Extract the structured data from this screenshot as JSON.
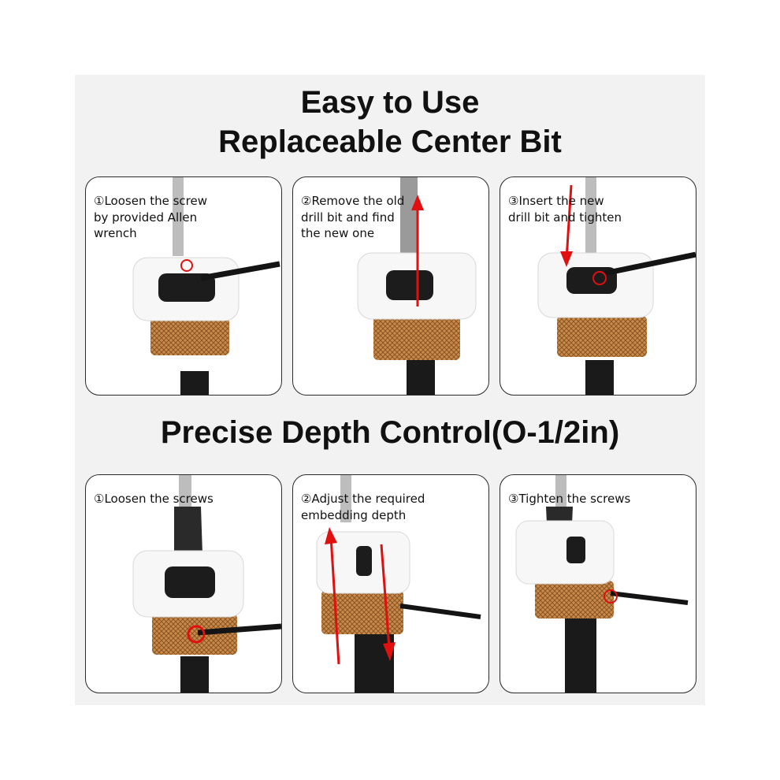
{
  "headings": {
    "line1": "Easy to Use",
    "line2": "Replaceable Center Bit",
    "line3": "Precise Depth Control(O-1/2in)"
  },
  "replace_steps": [
    {
      "caption": "①Loosen the screw\nby provided Allen\nwrench"
    },
    {
      "caption": "②Remove the old\ndrill bit and find\nthe new one"
    },
    {
      "caption": "③Insert the new\ndrill bit and tighten"
    }
  ],
  "depth_steps": [
    {
      "caption": "①Loosen the screws"
    },
    {
      "caption": "②Adjust the required\nembedding depth"
    },
    {
      "caption": "③Tighten the screws"
    }
  ],
  "colors": {
    "accent_arrow": "#e01010",
    "collar_gold": "#c98a4a",
    "body_white": "#f7f7f7",
    "shank_black": "#1a1a1a"
  }
}
